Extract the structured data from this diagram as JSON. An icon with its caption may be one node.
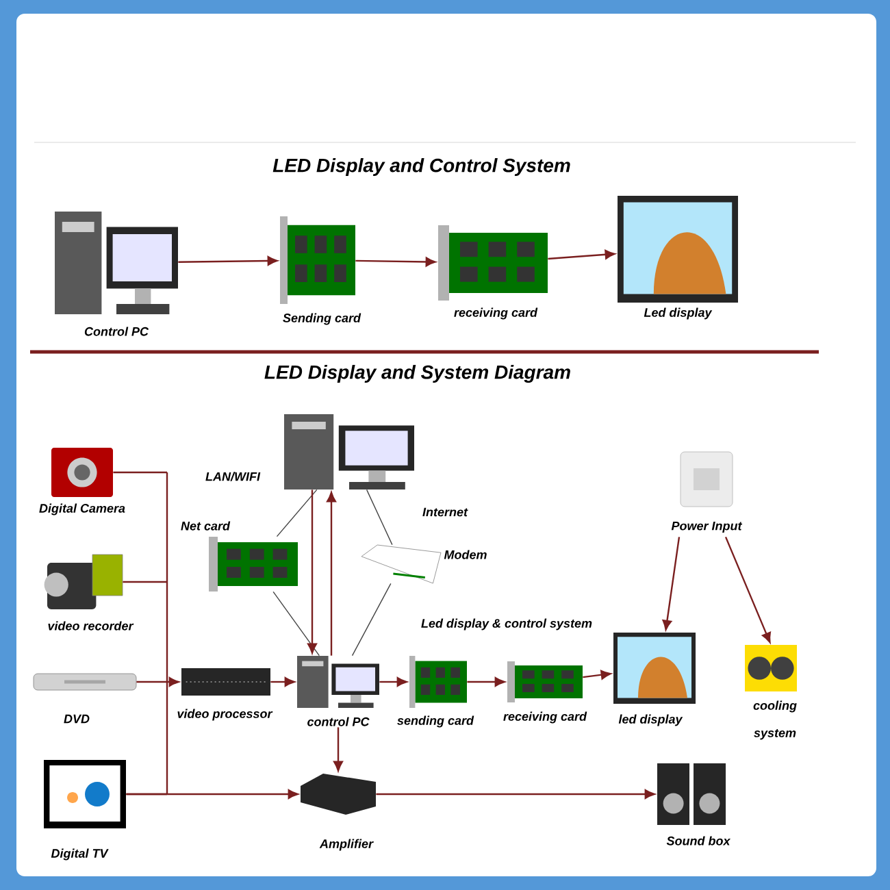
{
  "diagram": {
    "title": "LED Display and Control System",
    "nodes": [
      {
        "text": [
          "Control PC"
        ]
      },
      {
        "text": [
          "Sending card"
        ]
      },
      {
        "text": [
          "receiving card"
        ]
      },
      {
        "text": [
          "Led display"
        ]
      },
      {
        "text": [
          "Digital Camera"
        ]
      },
      {
        "text": [
          "video recorder"
        ]
      },
      {
        "text": [
          "DVD"
        ]
      },
      {
        "text": [
          "Digital TV"
        ]
      },
      {
        "text": [],
        "shape": "picture"
      },
      {
        "text": [
          "Net card"
        ]
      },
      {
        "text": [
          "Modem"
        ]
      },
      {
        "text": [
          "video processor"
        ]
      },
      {
        "text": [
          "control PC"
        ]
      },
      {
        "text": [
          "sending card"
        ]
      },
      {
        "text": [
          "receiving card"
        ]
      },
      {
        "text": [
          "led display"
        ]
      },
      {
        "text": [
          "Power Input"
        ]
      },
      {
        "text": [
          "cooling system"
        ]
      },
      {
        "text": [
          "Amplifier"
        ]
      },
      {
        "text": [
          "Sound box"
        ]
      }
    ],
    "edges": [
      {
        "from": 0,
        "to": 1,
        "arrow": "to"
      },
      {
        "from": 1,
        "to": 2,
        "arrow": "to"
      },
      {
        "from": 2,
        "to": 3,
        "arrow": "to"
      },
      {
        "from": 4,
        "to": 11,
        "arrow": "to"
      },
      {
        "from": 5,
        "to": 11,
        "arrow": "to"
      },
      {
        "from": 6,
        "to": 11,
        "arrow": "to"
      },
      {
        "from": 7,
        "to": 11,
        "arrow": "to"
      },
      {
        "from": 7,
        "to": 18,
        "arrow": "to"
      },
      {
        "from": 8,
        "to": 9,
        "arrow": "none",
        "label": "LAN/WIFI",
        "color": "#444444"
      },
      {
        "from": 9,
        "to": 12,
        "arrow": "none",
        "color": "#444444"
      },
      {
        "from": 8,
        "to": 10,
        "arrow": "none",
        "label": "Internet",
        "color": "#444444"
      },
      {
        "from": 10,
        "to": 12,
        "arrow": "none",
        "color": "#444444"
      },
      {
        "from": 8,
        "to": 12,
        "arrow": "to"
      },
      {
        "from": 12,
        "to": 8,
        "arrow": "to"
      },
      {
        "from": 11,
        "to": 12,
        "arrow": "to"
      },
      {
        "from": 12,
        "to": 13,
        "arrow": "to"
      },
      {
        "from": 13,
        "to": 14,
        "arrow": "to"
      },
      {
        "from": 14,
        "to": 15,
        "arrow": "to"
      },
      {
        "from": 16,
        "to": 15,
        "arrow": "to"
      },
      {
        "from": 16,
        "to": 17,
        "arrow": "to"
      },
      {
        "from": 12,
        "to": 18,
        "arrow": "to"
      },
      {
        "from": 18,
        "to": 19,
        "arrow": "to"
      }
    ],
    "labels": [
      "LED Display and System Diagram",
      "Led display & control system"
    ]
  }
}
